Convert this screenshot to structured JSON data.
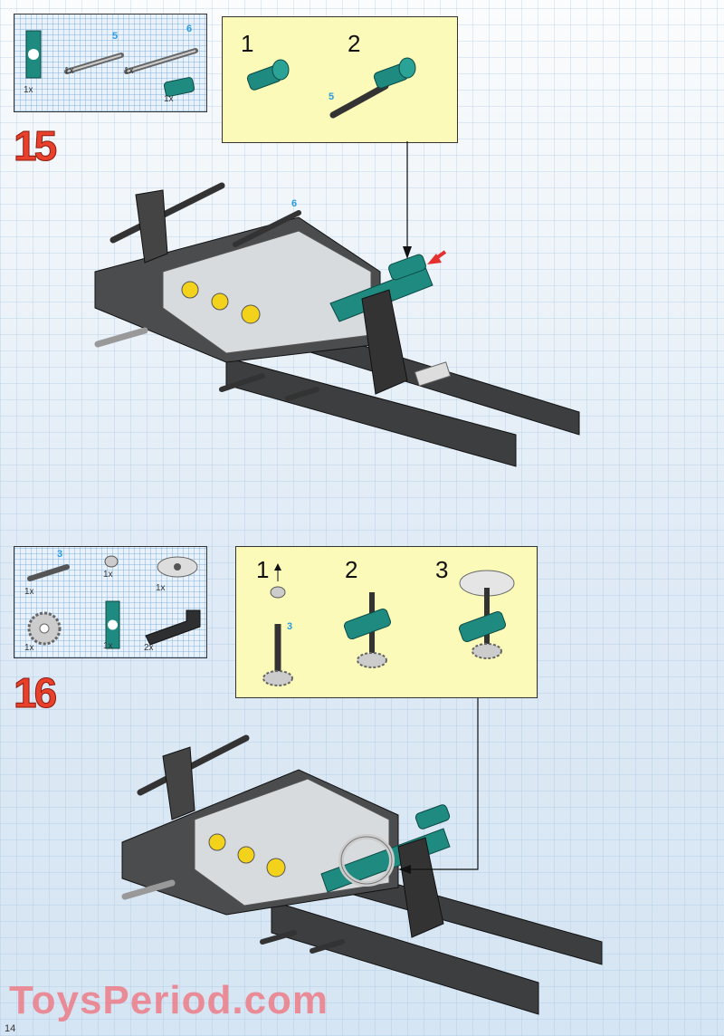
{
  "step15": {
    "number": "15",
    "parts": [
      {
        "icon": "teal-half-beam-icon",
        "qty": "1x"
      },
      {
        "icon": "axle-icon",
        "length": "5",
        "qty": "1x"
      },
      {
        "icon": "axle-icon",
        "length": "6",
        "qty": "1x"
      },
      {
        "icon": "teal-axle-joiner-icon",
        "qty": "1x"
      }
    ],
    "callout": {
      "substeps": [
        "1",
        "2"
      ],
      "axle_length": "5"
    },
    "model_axle_label": "6"
  },
  "step16": {
    "number": "16",
    "parts": [
      {
        "icon": "axle-icon",
        "length": "3",
        "qty": "1x"
      },
      {
        "icon": "bush-icon",
        "qty": "1x"
      },
      {
        "icon": "steering-wheel-icon",
        "qty": "1x"
      },
      {
        "icon": "gear-icon",
        "qty": "1x"
      },
      {
        "icon": "teal-half-beam-icon",
        "qty": "1x"
      },
      {
        "icon": "black-liftarm-icon",
        "qty": "2x"
      }
    ],
    "callout": {
      "substeps": [
        "1",
        "2",
        "3"
      ],
      "axle_length": "3"
    }
  },
  "page_number": "14",
  "watermark": "ToysPeriod.com",
  "colors": {
    "step_number": "#e8402a",
    "teal": "#1f8a80",
    "callout_bg": "#fbfab8",
    "axle_label": "#2a9be0",
    "dark_part": "#3c3e40"
  }
}
